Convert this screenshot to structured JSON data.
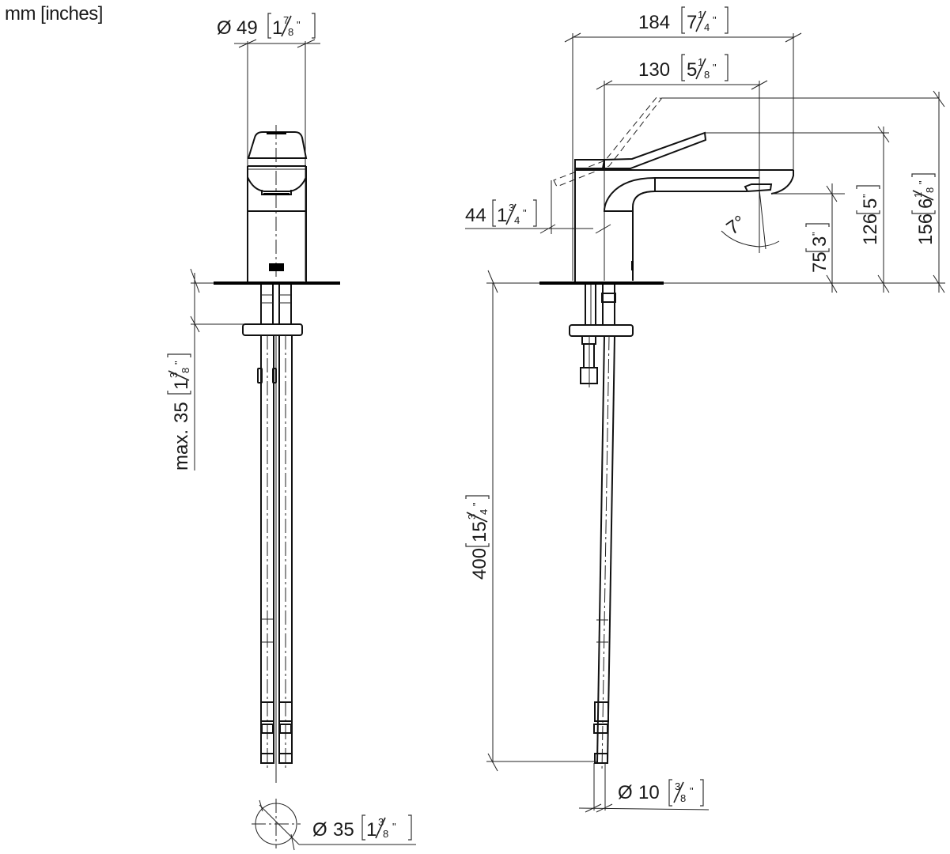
{
  "drawing": {
    "units_label": "mm [inches]",
    "views": [
      "front-view",
      "side-view"
    ]
  },
  "dimensions": {
    "body_diameter": {
      "symbol": "Ø",
      "mm": "49",
      "in_whole": "1",
      "in_num": "7",
      "in_den": "8",
      "in_suffix": "\""
    },
    "overall_length": {
      "mm": "184",
      "in_whole": "7",
      "in_num": "1",
      "in_den": "4",
      "in_suffix": "\""
    },
    "spout_reach": {
      "mm": "130",
      "in_whole": "5",
      "in_num": "1",
      "in_den": "8",
      "in_suffix": "\""
    },
    "lever_clearance": {
      "mm": "44",
      "in_whole": "1",
      "in_num": "3",
      "in_den": "4",
      "in_suffix": "\""
    },
    "outlet_height": {
      "mm": "75",
      "in_whole": "3",
      "in_suffix": "\""
    },
    "lever_height": {
      "mm": "126",
      "in_whole": "5",
      "in_suffix": "\""
    },
    "max_height": {
      "mm": "156",
      "in_whole": "6",
      "in_num": "1",
      "in_den": "8",
      "in_suffix": "\""
    },
    "spray_angle": {
      "value": "7°"
    },
    "deck_thickness": {
      "prefix": "max.",
      "mm": "35",
      "in_whole": "1",
      "in_num": "3",
      "in_den": "8",
      "in_suffix": "\""
    },
    "hose_length": {
      "mm": "400",
      "in_whole": "15",
      "in_num": "3",
      "in_den": "4",
      "in_suffix": "\""
    },
    "hose_diameter": {
      "symbol": "Ø",
      "mm": "10",
      "in_num": "3",
      "in_den": "8",
      "in_suffix": "\""
    },
    "hole_diameter": {
      "symbol": "Ø",
      "mm": "35",
      "in_whole": "1",
      "in_num": "3",
      "in_den": "8",
      "in_suffix": "\""
    }
  }
}
